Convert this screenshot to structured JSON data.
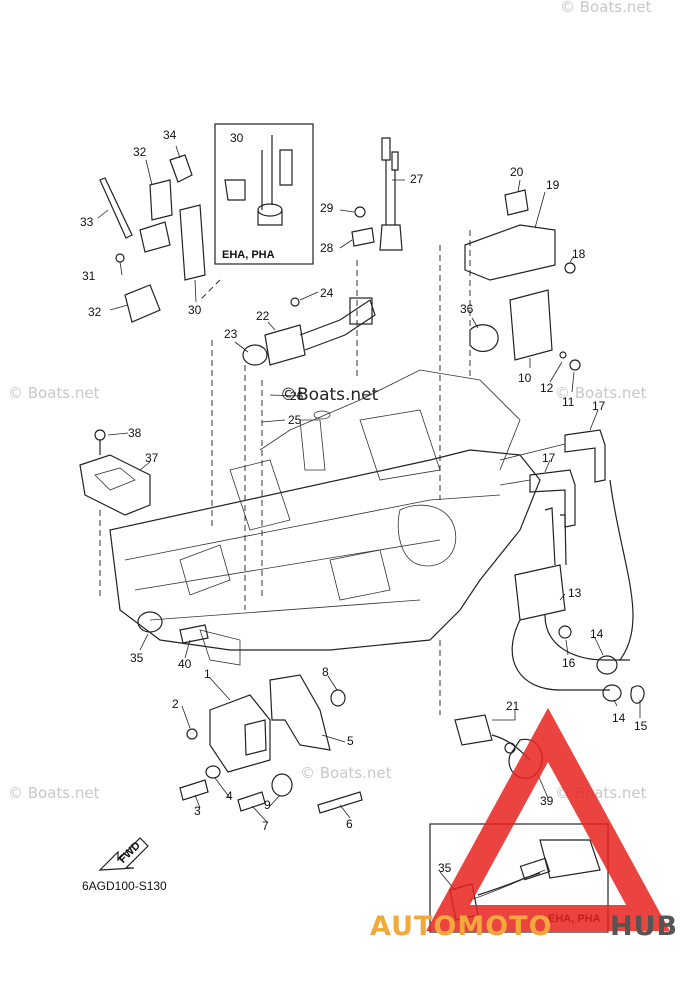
{
  "diagram": {
    "code": "6AGD100-S130",
    "fwd_label": "FWD",
    "inset_labels": [
      "EHA, PHA",
      "EHA, PHA"
    ],
    "watermarks": [
      "© Boats.net",
      "© Boats.net",
      "© Boats.net",
      "© Boats.net",
      "© Boats.net",
      "© Boats.net"
    ],
    "center_watermark": "©Boats.net",
    "brand": {
      "part1": "AUTOMOTO",
      "part2": "HUB",
      "accent_color": "#e8231f",
      "orange": "#f2a93b"
    },
    "callouts": [
      {
        "label": "34"
      },
      {
        "label": "32"
      },
      {
        "label": "33"
      },
      {
        "label": "31"
      },
      {
        "label": "32"
      },
      {
        "label": "30"
      },
      {
        "label": "30"
      },
      {
        "label": "27"
      },
      {
        "label": "29"
      },
      {
        "label": "28"
      },
      {
        "label": "20"
      },
      {
        "label": "19"
      },
      {
        "label": "18"
      },
      {
        "label": "24"
      },
      {
        "label": "22"
      },
      {
        "label": "23"
      },
      {
        "label": "36"
      },
      {
        "label": "10"
      },
      {
        "label": "12"
      },
      {
        "label": "11"
      },
      {
        "label": "26"
      },
      {
        "label": "25"
      },
      {
        "label": "17"
      },
      {
        "label": "17"
      },
      {
        "label": "38"
      },
      {
        "label": "37"
      },
      {
        "label": "13"
      },
      {
        "label": "14"
      },
      {
        "label": "16"
      },
      {
        "label": "35"
      },
      {
        "label": "40"
      },
      {
        "label": "1"
      },
      {
        "label": "8"
      },
      {
        "label": "2"
      },
      {
        "label": "21"
      },
      {
        "label": "14"
      },
      {
        "label": "15"
      },
      {
        "label": "5"
      },
      {
        "label": "3"
      },
      {
        "label": "4"
      },
      {
        "label": "9"
      },
      {
        "label": "7"
      },
      {
        "label": "6"
      },
      {
        "label": "39"
      },
      {
        "label": "35"
      }
    ]
  }
}
